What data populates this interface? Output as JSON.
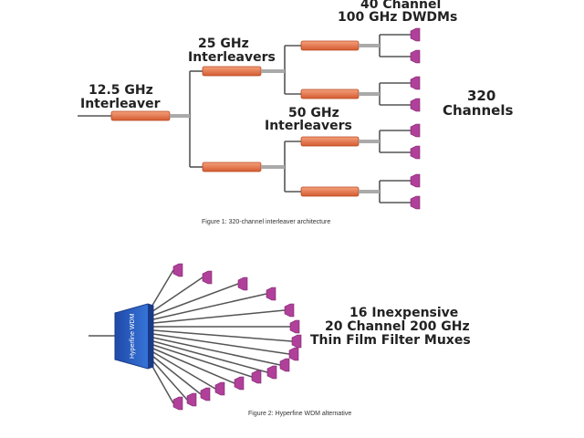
{
  "figure1": {
    "label_12_5": [
      "12.5 GHz",
      "Interleaver"
    ],
    "label_25": [
      "25 GHz",
      "Interleavers"
    ],
    "label_50": [
      "50 GHz",
      "Interleavers"
    ],
    "label_dwdm": [
      "40 Channel",
      "100 GHz DWDMs"
    ],
    "label_channels": [
      "320",
      "Channels"
    ],
    "caption": "Figure 1: 320-channel interleaver architecture"
  },
  "figure2": {
    "box_label": "Hyperfine WDM",
    "label_muxes": [
      "16 Inexpensive",
      "20 Channel 200 GHz",
      "Thin Film Filter Muxes"
    ],
    "caption": "Figure 2: Hyperfine WDM alternative"
  },
  "colors": {
    "interleaver": "#e8734a",
    "dwdm": "#b0409a",
    "box": "#2f66c8",
    "line": "#555555"
  }
}
